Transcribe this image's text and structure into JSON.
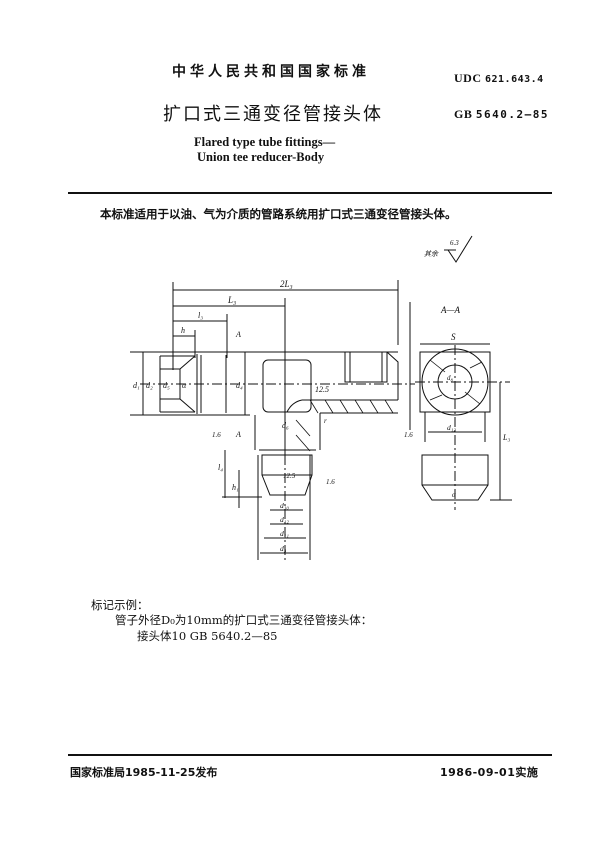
{
  "header": {
    "org_title": "中华人民共和国国家标准",
    "udc_label": "UDC",
    "udc_number": "621.643.4",
    "title_cn": "扩口式三通变径管接头体",
    "standard_prefix": "GB",
    "standard_number": "5640.2—85",
    "title_en_line1": "Flared type tube fittings—",
    "title_en_line2": "Union tee reducer-Body"
  },
  "body": {
    "scope_text": "本标准适用于以油、气为介质的管路系统用扩口式三通变径管接头体。",
    "roughness_note_prefix": "其余",
    "roughness_note_value": "6.3"
  },
  "drawing": {
    "section_label": "A—A",
    "section_markers": [
      "A",
      "A"
    ],
    "dimensions": {
      "overall": "2L₃",
      "half": "L₃",
      "l3": "l₃",
      "h": "h",
      "d1": "d₁",
      "d2": "d₂",
      "d5": "d₅",
      "alpha": "α",
      "d4": "d₄",
      "d6": "d₆",
      "r": "r",
      "l4": "l₄",
      "h1": "h₁",
      "d10": "d₁₀",
      "d12": "d₁₂",
      "d11": "d₁₁",
      "d3": "d₃",
      "s": "S",
      "d8": "d₈",
      "l5": "L₃"
    },
    "roughness_values": [
      "12.5",
      "12.5",
      "1.6",
      "1.6",
      "1.6"
    ]
  },
  "marking_example": {
    "label": "标记示例：",
    "description": "管子外径D₀为10mm的扩口式三通变径管接头体：",
    "code": "接头体10   GB  5640.2—85"
  },
  "footer": {
    "issued": "国家标准局1985-11-25发布",
    "effective": "1986-09-01实施"
  }
}
